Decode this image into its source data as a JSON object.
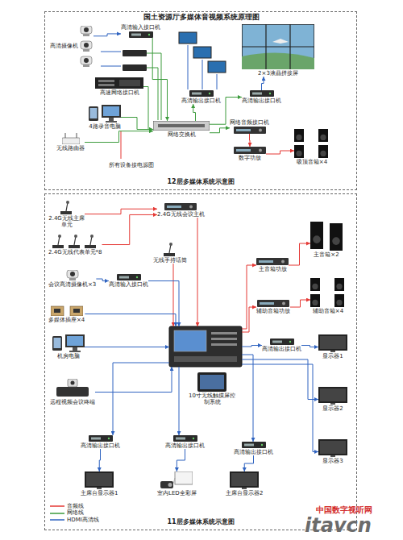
{
  "diagram": {
    "title": "国土资源厅多媒体音视频系统原理图",
    "nodes": [
      {
        "text": [
          "12层多媒体系统示意图"
        ]
      },
      {
        "text": [
          "11层多媒体系统示意图"
        ]
      },
      {
        "text": [
          "高清摄像机"
        ],
        "in": 0
      },
      {
        "text": [
          "高清输入接口机"
        ],
        "in": 0
      },
      {
        "text": [
          "高速网络接口机"
        ],
        "in": 0
      },
      {
        "text": [
          "4路录音电脑"
        ],
        "in": 0
      },
      {
        "text": [
          "无线路由器"
        ],
        "in": 0
      },
      {
        "text": [
          "网络交换机"
        ],
        "in": 0
      },
      {
        "text": [
          "高清输出接口机"
        ],
        "in": 0
      },
      {
        "text": [
          "2×3液晶拼接屏"
        ],
        "in": 0
      },
      {
        "text": [
          "高清输出接口机"
        ],
        "in": 0
      },
      {
        "text": [
          "网络音频接口机"
        ],
        "in": 0
      },
      {
        "text": [
          "数字功放"
        ],
        "in": 0
      },
      {
        "text": [
          "吸顶音箱×4"
        ],
        "in": 0
      },
      {
        "text": [
          "2.4G无线主席单元"
        ],
        "in": 1
      },
      {
        "text": [
          "2.4G无线代表单元*8"
        ],
        "in": 1
      },
      {
        "text": [
          "2.4G无线会议主机"
        ],
        "in": 1
      },
      {
        "text": [
          "无线手持话筒"
        ],
        "in": 1
      },
      {
        "text": [
          "会议高清摄像机×3"
        ],
        "in": 1
      },
      {
        "text": [
          "高清输入接口机"
        ],
        "in": 1
      },
      {
        "text": [
          "多媒体插座×4"
        ],
        "in": 1
      },
      {
        "text": [
          "机房电脑"
        ],
        "in": 1
      },
      {
        "text": [
          "远程视频会议终端"
        ],
        "in": 1
      },
      {
        "text": [
          "主音箱功放"
        ],
        "in": 1
      },
      {
        "text": [
          "主音箱×2"
        ],
        "in": 1
      },
      {
        "text": [
          "辅助音箱功放"
        ],
        "in": 1
      },
      {
        "text": [
          "辅助音箱×4"
        ],
        "in": 1
      },
      {
        "text": [
          "10寸无线触摸屏控制系统"
        ],
        "in": 1
      },
      {
        "text": [
          "高清输出接口机"
        ],
        "in": 1
      },
      {
        "text": [
          "显示器1"
        ],
        "in": 1
      },
      {
        "text": [
          "显示器2"
        ],
        "in": 1
      },
      {
        "text": [
          "高清输出接口机"
        ],
        "in": 1
      },
      {
        "text": [
          "显示器3"
        ],
        "in": 1
      },
      {
        "text": [
          "高清输出接口机"
        ],
        "in": 1
      },
      {
        "text": [
          "高清输出接口机"
        ],
        "in": 1
      },
      {
        "text": [
          "主席台显示器1"
        ],
        "in": 1
      },
      {
        "text": [
          "室内LED全彩屏"
        ],
        "in": 1
      },
      {
        "text": [
          "主席台显示器2"
        ],
        "in": 1
      }
    ],
    "edges": [
      {
        "from": 2,
        "to": 3,
        "arrow": "to"
      },
      {
        "from": 3,
        "to": 7,
        "arrow": "to"
      },
      {
        "from": 4,
        "to": 7,
        "arrow": "to"
      },
      {
        "from": 5,
        "to": 7,
        "arrow": "to"
      },
      {
        "from": 6,
        "to": 7,
        "arrow": "to"
      },
      {
        "from": 7,
        "to": 8,
        "arrow": "to"
      },
      {
        "from": 7,
        "to": 10,
        "arrow": "to"
      },
      {
        "from": 10,
        "to": 9,
        "arrow": "to"
      },
      {
        "from": 7,
        "to": 11,
        "arrow": "to"
      },
      {
        "from": 11,
        "to": 12,
        "arrow": "to"
      },
      {
        "from": 12,
        "to": 13,
        "arrow": "to"
      },
      {
        "from": 14,
        "to": 16,
        "arrow": "to"
      },
      {
        "from": 15,
        "to": 16,
        "arrow": "to"
      },
      {
        "from": 18,
        "to": 19,
        "arrow": "to"
      },
      {
        "from": 23,
        "to": 24,
        "arrow": "to"
      },
      {
        "from": 25,
        "to": 26,
        "arrow": "to"
      },
      {
        "from": 28,
        "to": 29,
        "arrow": "to"
      },
      {
        "from": 33,
        "to": 35,
        "arrow": "to"
      },
      {
        "from": 34,
        "to": 36,
        "arrow": "to"
      },
      {
        "from": 31,
        "to": 37,
        "arrow": "to"
      }
    ],
    "labels": [
      "所有设备接电源图",
      "中国数字视听网",
      "itavcn"
    ],
    "legend": [
      {
        "text": "音频线",
        "color": "#e53935"
      },
      {
        "text": "网络线",
        "color": "#3c9b3c"
      },
      {
        "text": "HDMI高清线",
        "color": "#2f63c0"
      }
    ]
  }
}
